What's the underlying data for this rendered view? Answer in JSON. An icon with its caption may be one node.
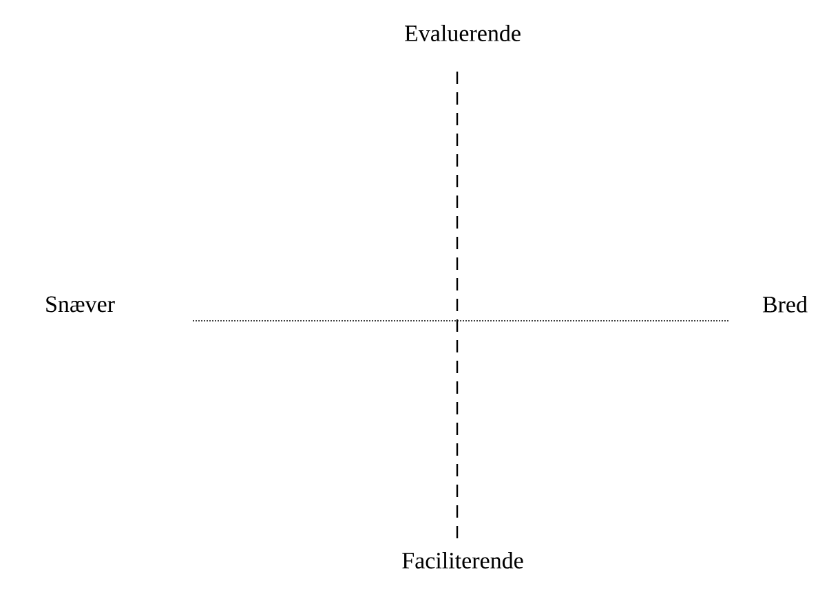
{
  "diagram": {
    "labels": [
      "Evaluerende",
      "Snæver",
      "Bred",
      "Faciliterende"
    ]
  }
}
